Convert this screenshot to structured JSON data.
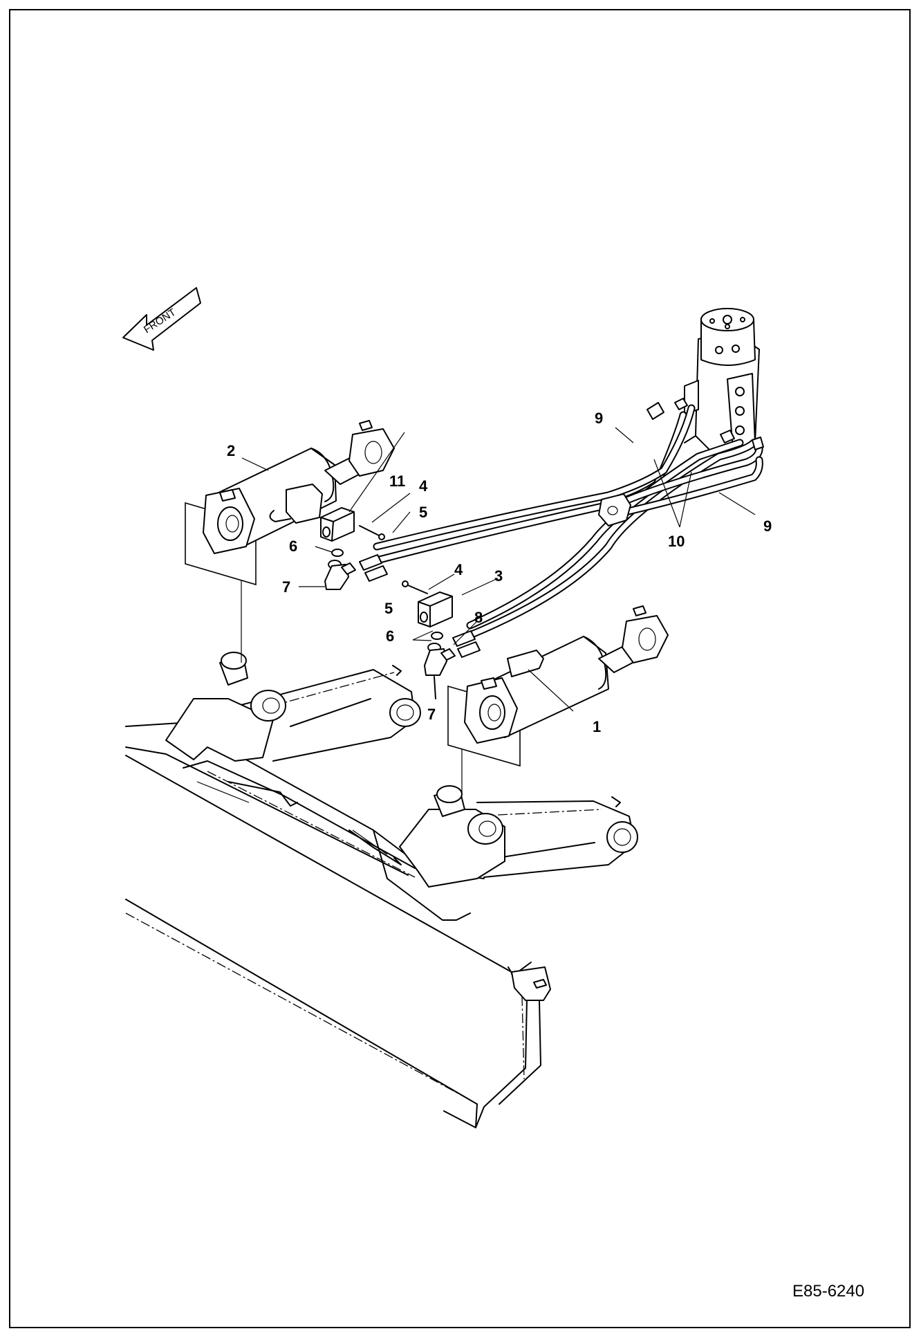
{
  "drawing": {
    "number": "E85-6240",
    "direction_label": "FRONT"
  },
  "callouts": [
    {
      "id": "c1",
      "text": "1"
    },
    {
      "id": "c2",
      "text": "2"
    },
    {
      "id": "c3",
      "text": "3"
    },
    {
      "id": "c4a",
      "text": "4"
    },
    {
      "id": "c4b",
      "text": "4"
    },
    {
      "id": "c5a",
      "text": "5"
    },
    {
      "id": "c5b",
      "text": "5"
    },
    {
      "id": "c6a",
      "text": "6"
    },
    {
      "id": "c6b",
      "text": "6"
    },
    {
      "id": "c7a",
      "text": "7"
    },
    {
      "id": "c7b",
      "text": "7"
    },
    {
      "id": "c8",
      "text": "8"
    },
    {
      "id": "c9a",
      "text": "9"
    },
    {
      "id": "c9b",
      "text": "9"
    },
    {
      "id": "c10",
      "text": "10"
    },
    {
      "id": "c11",
      "text": "11"
    }
  ]
}
